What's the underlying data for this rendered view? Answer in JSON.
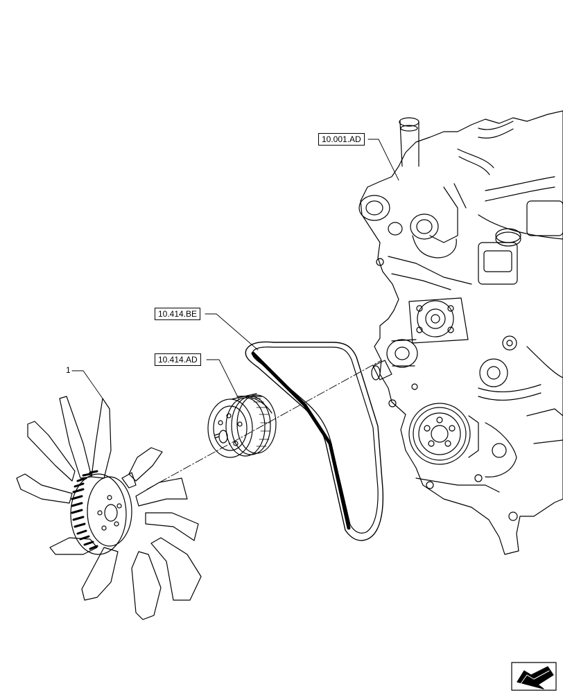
{
  "callouts": {
    "engine_ref": "10.001.AD",
    "belt_ref": "10.414.BE",
    "pulley_ref": "10.414.AD",
    "fan_item": "1"
  },
  "icons": {
    "nav": "arrow-direction-icon"
  },
  "colors": {
    "line": "#000000",
    "background": "#ffffff"
  }
}
